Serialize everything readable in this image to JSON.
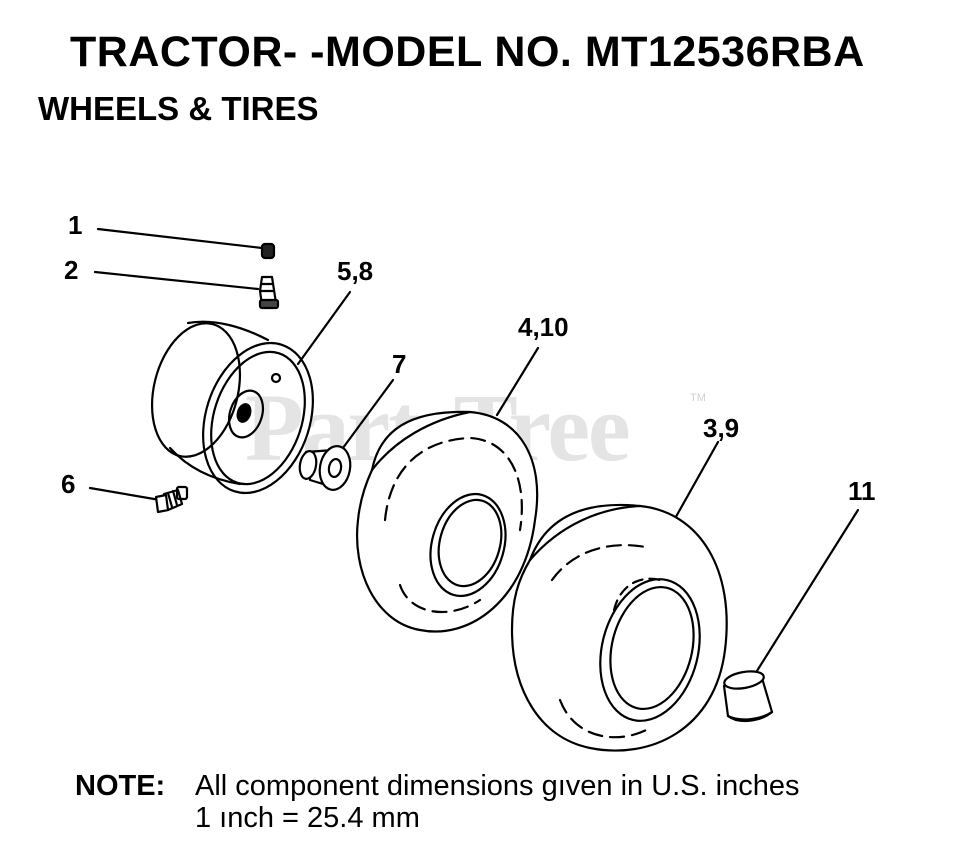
{
  "header": {
    "title": "TRACTOR- -MODEL NO. MT12536RBA",
    "subtitle": "WHEELS & TIRES"
  },
  "watermark": {
    "text": "PartsTree",
    "tm": "TM"
  },
  "callouts": {
    "c1": "1",
    "c2": "2",
    "c58": "5,8",
    "c7": "7",
    "c410": "4,10",
    "c39": "3,9",
    "c6": "6",
    "c11": "11"
  },
  "note": {
    "label": "NOTE:",
    "line1": "All component dimensions gıven in U.S. inches",
    "line2": "1 ınch = 25.4 mm"
  }
}
